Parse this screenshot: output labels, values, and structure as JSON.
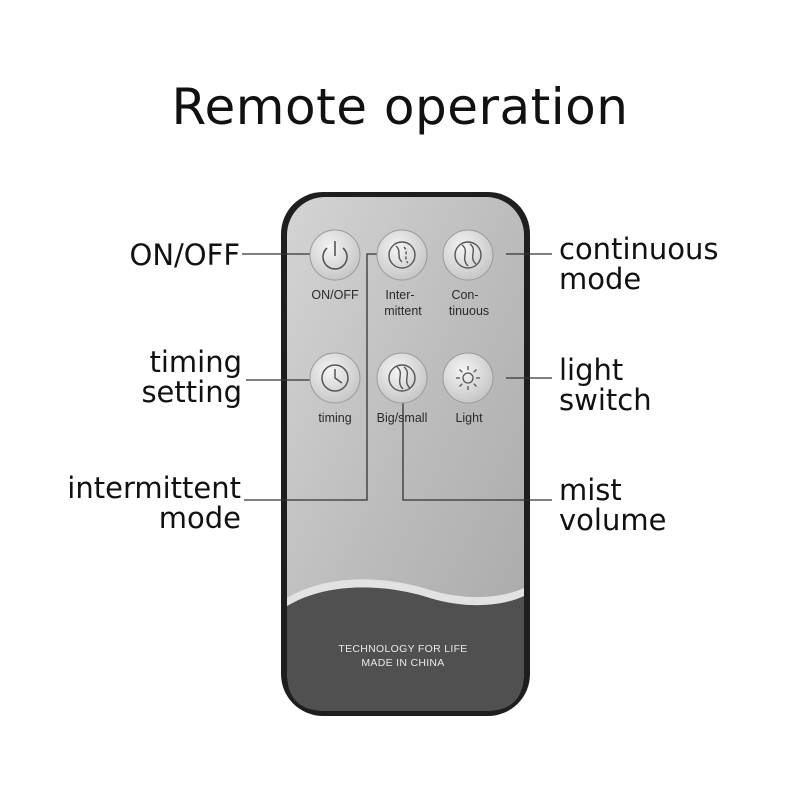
{
  "title": "Remote operation",
  "remote": {
    "buttons": [
      {
        "label": "ON/OFF",
        "icon": "power-icon"
      },
      {
        "label_line1": "Inter-",
        "label_line2": "mittent",
        "icon": "intermittent-icon"
      },
      {
        "label_line1": "Con-",
        "label_line2": "tinuous",
        "icon": "continuous-icon"
      },
      {
        "label": "timing",
        "icon": "clock-icon"
      },
      {
        "label": "Big/small",
        "icon": "mist-volume-icon"
      },
      {
        "label": "Light",
        "icon": "sun-icon"
      }
    ],
    "footer_line1": "TECHNOLOGY FOR LIFE",
    "footer_line2": "MADE IN CHINA"
  },
  "callouts": {
    "on_off": "ON/OFF",
    "continuous_line1": "continuous",
    "continuous_line2": "mode",
    "timing_line1": "timing",
    "timing_line2": "setting",
    "light_line1": "light",
    "light_line2": "switch",
    "intermittent_line1": "intermittent",
    "intermittent_line2": "mode",
    "mist_line1": "mist",
    "mist_line2": "volume"
  }
}
